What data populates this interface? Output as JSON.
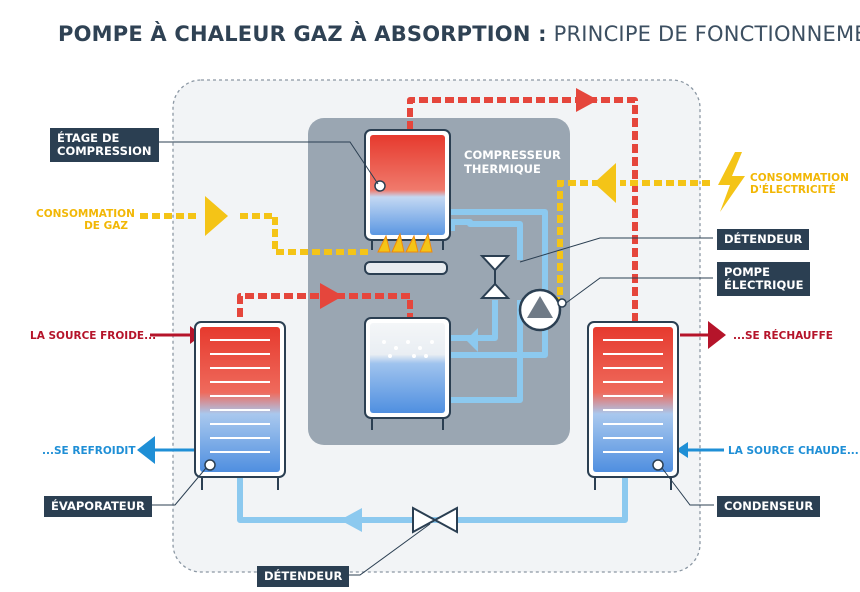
{
  "title": {
    "bold": "POMPE À CHALEUR GAZ À ABSORPTION :",
    "light": "PRINCIPE DE FONCTIONNEMENT"
  },
  "tags": {
    "etage_line1": "ÉTAGE DE",
    "etage_line2": "COMPRESSION",
    "detendeur_top": "DÉTENDEUR",
    "pompe_line1": "POMPE",
    "pompe_line2": "ÉLECTRIQUE",
    "evaporateur": "ÉVAPORATEUR",
    "condenseur": "CONDENSEUR",
    "detendeur_bottom": "DÉTENDEUR"
  },
  "labels": {
    "gaz_line1": "CONSOMMATION",
    "gaz_line2": "DE GAZ",
    "elec_line1": "Consommation",
    "elec_line2": "d'électricité",
    "source_froide": "LA SOURCE FROIDE...",
    "se_rechauffe": "...SE RÉCHAUFFE",
    "se_refroidit": "...SE REFROIDIT",
    "source_chaude": "LA SOURCE CHAUDE...",
    "compresseur_line1": "COMPRESSEUR",
    "compresseur_line2": "THERMIQUE"
  },
  "colors": {
    "hot": "#e23a33",
    "cold": "#8cc9ef",
    "gas": "#f4c417",
    "tag": "#2b3f52",
    "panel": "#9aa6b2"
  }
}
